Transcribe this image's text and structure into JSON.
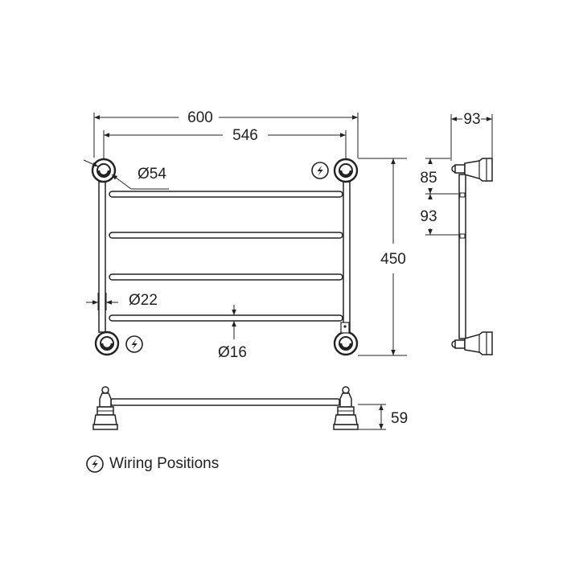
{
  "diagram": {
    "front_view": {
      "overall_width": "600",
      "mount_centres": "546",
      "bracket_diameter": "Ø54",
      "outer_rail_diameter": "Ø22",
      "rail_diameter": "Ø16"
    },
    "side_view": {
      "projection": "93",
      "top_to_first_rail": "85",
      "rail_spacing": "93",
      "height": "450"
    },
    "top_view": {
      "depth": "59"
    },
    "legend": {
      "icon": "lightning-bolt-icon",
      "label": "Wiring Positions"
    },
    "colors": {
      "ink": "#222222",
      "background": "#ffffff"
    }
  }
}
